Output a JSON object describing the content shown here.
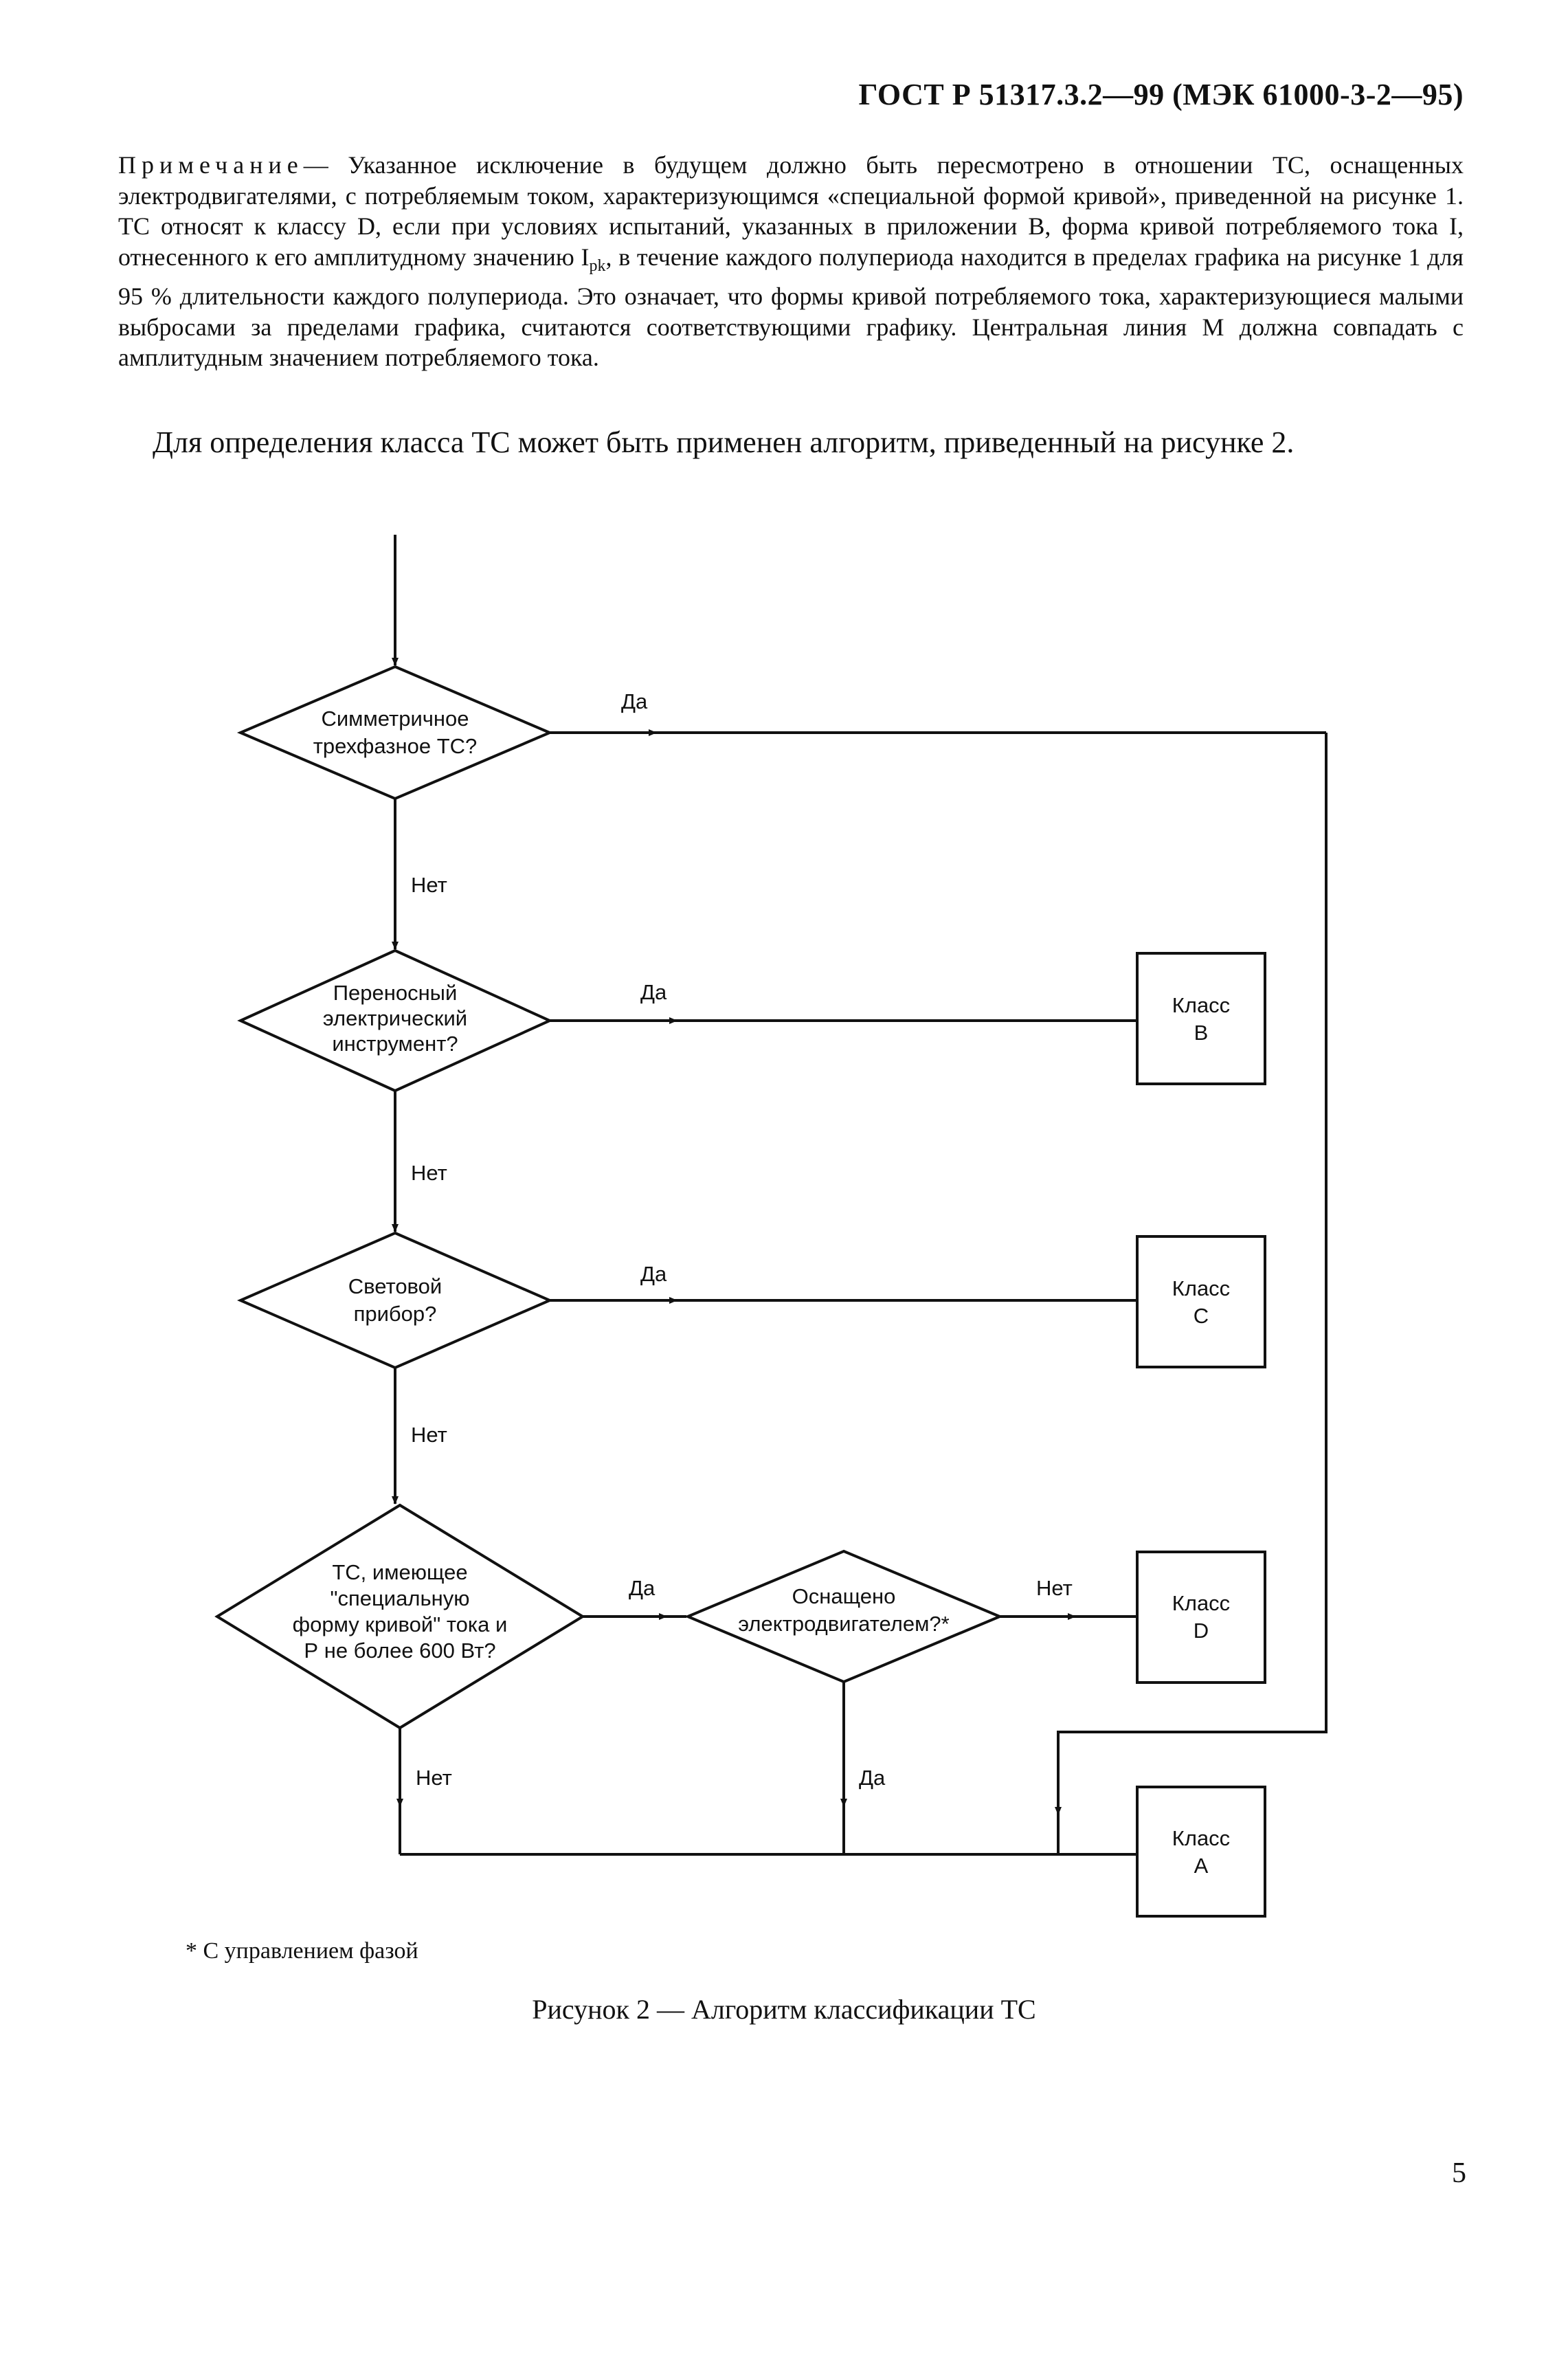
{
  "header": "ГОСТ Р 51317.3.2—99 (МЭК 61000-3-2—95)",
  "note": {
    "lead": "Примечание",
    "part1": "— Указанное исключение в будущем должно быть пересмотрено в отношении ТС, оснащенных электродвигателями, с потребляемым током, характеризующимся «специальной формой кривой», приведенной на рисунке 1. ТС относят к классу D, если при условиях испытаний, указанных в приложении В, форма кривой потребляемого тока I, отнесенного к его амплитудному значению I",
    "sub": "pk",
    "part2": ", в течение каждого полупериода находится в пределах графика на рисунке 1 для 95 % длительности каждого полупериода. Это означает, что формы кривой потребляемого тока, характеризующиеся малыми выбросами за пределами графика, считаются соответствующими графику. Центральная линия М должна совпадать с амплитудным значением потребляемого тока."
  },
  "intro": "Для определения класса ТС может быть применен алгоритм, приведенный на рисунке 2.",
  "flowchart": {
    "d1": [
      "Симметричное",
      "трехфазное ТС?"
    ],
    "d2": [
      "Переносный",
      "электрический",
      "инструмент?"
    ],
    "d3": [
      "Световой",
      "прибор?"
    ],
    "d4": [
      "ТС, имеющее",
      "\"специальную",
      "форму кривой\" тока и",
      "Р не более 600 Вт?"
    ],
    "d5": [
      "Оснащено",
      "электродвигателем?*"
    ],
    "yes": "Да",
    "no": "Нет",
    "classB": [
      "Класс",
      "B"
    ],
    "classC": [
      "Класс",
      "C"
    ],
    "classD": [
      "Класс",
      "D"
    ],
    "classA": [
      "Класс",
      "A"
    ]
  },
  "footnote": "*  С управлением фазой",
  "caption": "Рисунок 2 — Алгоритм классификации ТС",
  "page_number": "5"
}
